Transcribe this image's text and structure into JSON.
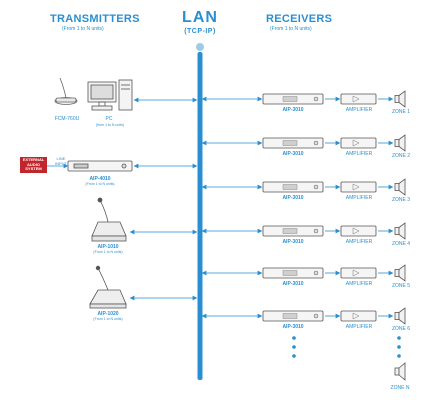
{
  "header": {
    "transmitters_title": "TRANSMITTERS",
    "transmitters_sub": "(From 1 to N units)",
    "lan_title": "LAN",
    "lan_sub": "(TCP-IP)",
    "receivers_title": "RECEIVERS",
    "receivers_sub": "(From 1 to N units)"
  },
  "transmitters": {
    "fcm_label": "FCM-760U",
    "pc_label": "PC",
    "pc_sub": "(from 1 to N units)",
    "external_audio_label": "EXTERNAL AUDIO SYSTEM",
    "line_input_label": "LINE INPUT",
    "aip4010_label": "AIP-4010",
    "aip4010_sub": "(From 1 to N units)",
    "aip1010_label": "AIP-1010",
    "aip1010_sub": "(From 1 to N units)",
    "aip1020_label": "AIP-1020",
    "aip1020_sub": "(From 1 to N units)"
  },
  "receivers": {
    "rows": [
      {
        "device": "AIP-3010",
        "amp": "AMPLIFIER",
        "zone": "ZONE 1"
      },
      {
        "device": "AIP-3010",
        "amp": "AMPLIFIER",
        "zone": "ZONE 2"
      },
      {
        "device": "AIP-3010",
        "amp": "AMPLIFIER",
        "zone": "ZONE 3"
      },
      {
        "device": "AIP-3010",
        "amp": "AMPLIFIER",
        "zone": "ZONE 4"
      },
      {
        "device": "AIP-3010",
        "amp": "AMPLIFIER",
        "zone": "ZONE 5"
      },
      {
        "device": "AIP-3010",
        "amp": "AMPLIFIER",
        "zone": "ZONE 6"
      }
    ],
    "zone_n": "ZONE N"
  },
  "colors": {
    "accent": "#2a8fd0",
    "device_stroke": "#555555",
    "external_red": "#c0262b"
  }
}
